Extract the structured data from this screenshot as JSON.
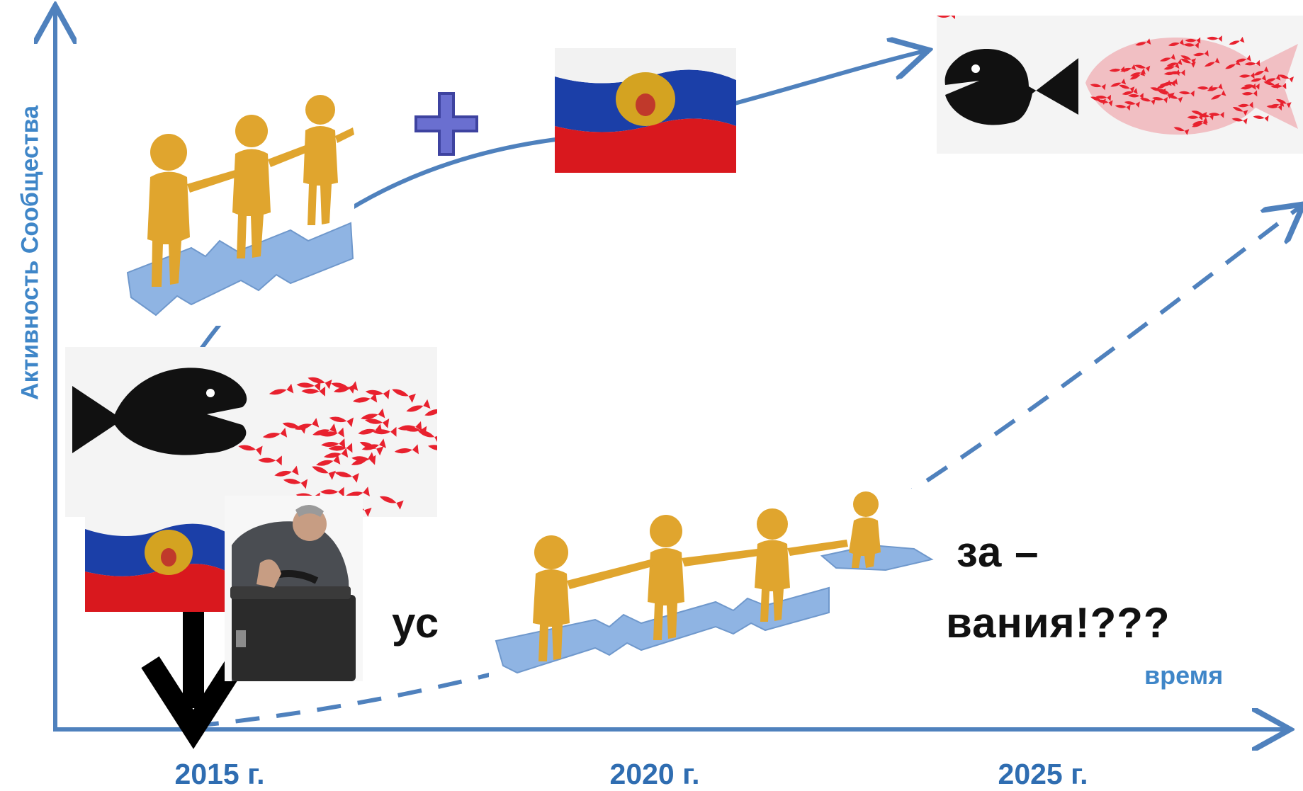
{
  "axes": {
    "y_label": "Активность Сообщества",
    "x_label": "время",
    "ticks": [
      "2015 г.",
      "2020 г.",
      "2025 г."
    ]
  },
  "caption": {
    "line1_fragment": "за –",
    "line2_left_fragment": "ус",
    "line2_right_fragment": "вания!???"
  },
  "colors": {
    "axis": "#4f81bd",
    "axis_label": "#3f86c8",
    "tick_label": "#2f6db1",
    "puzzle": "#8fb4e3",
    "figure": "#e0a52e",
    "fish_red": "#e8212e",
    "fish_black": "#111111",
    "flag_white": "#ffffff",
    "flag_blue": "#1b3fa8",
    "flag_red": "#d9181e",
    "plus": "#6a6fd0"
  },
  "icons": {
    "people_puzzle_top": "people-on-puzzle-icon",
    "plus": "plus-icon",
    "flag_top": "russian-flag-icon",
    "fish_top_right": "small-fish-swarm-vs-big-fish-icon",
    "fish_mid_left": "big-fish-vs-red-fish-school-icon",
    "flag_bottom_left": "russian-flag-icon",
    "businessman": "businessman-with-briefcase-icon",
    "people_puzzle_bottom": "people-on-puzzle-icon",
    "down_arrow": "down-arrow-icon"
  }
}
